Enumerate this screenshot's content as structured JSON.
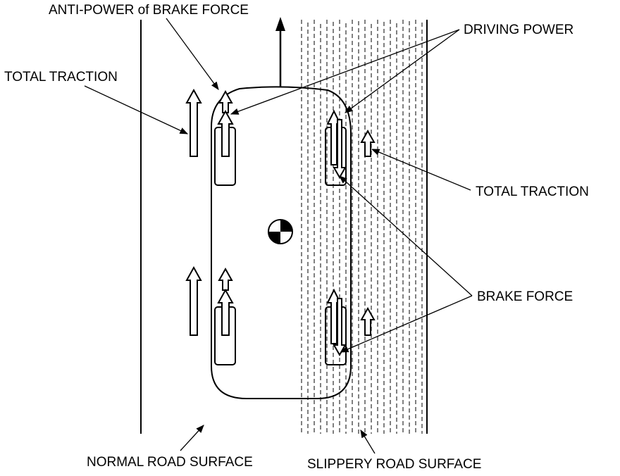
{
  "labels": {
    "anti_power": "ANTI-POWER of BRAKE FORCE",
    "driving_power": "DRIVING POWER",
    "total_traction_left": "TOTAL TRACTION",
    "total_traction_right": "TOTAL TRACTION",
    "brake_force": "BRAKE FORCE",
    "normal_road": "NORMAL ROAD SURFACE",
    "slippery_road": "SLIPPERY ROAD SURFACE"
  }
}
